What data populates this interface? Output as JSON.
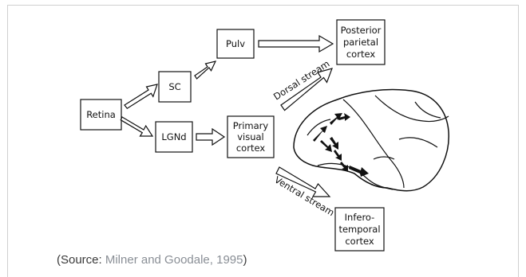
{
  "nodes": {
    "retina": "Retina",
    "sc": "SC",
    "pulv": "Pulv",
    "lgnd": "LGNd",
    "primary_visual_cortex": [
      "Primary",
      "visual",
      "cortex"
    ],
    "posterior_parietal_cortex": [
      "Posterior",
      "parietal",
      "cortex"
    ],
    "inferotemporal_cortex": [
      "Infero-",
      "temporal",
      "cortex"
    ]
  },
  "streams": {
    "dorsal": "Dorsal stream",
    "ventral": "Ventral stream"
  },
  "caption": {
    "prefix": "(Source: ",
    "citation": "Milner and Goodale, 1995",
    "suffix": ")"
  }
}
